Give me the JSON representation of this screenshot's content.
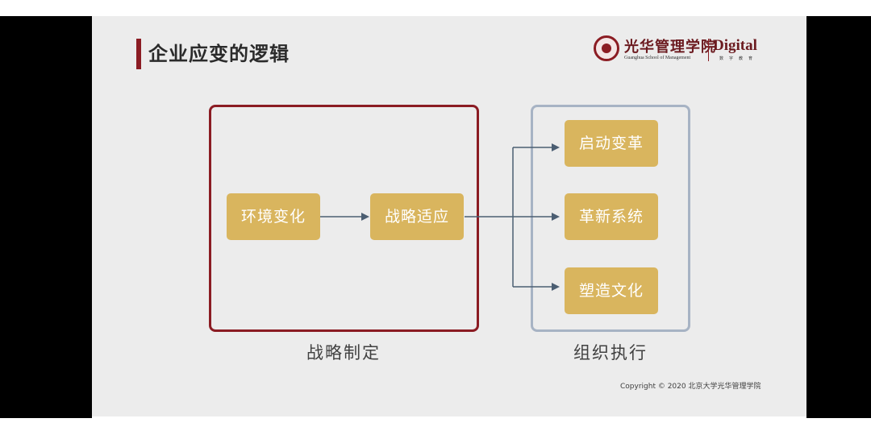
{
  "slide": {
    "title": "企业应变的逻辑",
    "logo": {
      "cn": "光华管理学院",
      "en": "Guanghua School of Management",
      "digital": "Digital",
      "digital_sub": "数字教育"
    },
    "copyright": "Copyright © 2020 北京大学光华管理学院"
  },
  "diagram": {
    "strategy_label": "战略制定",
    "execution_label": "组织执行",
    "nodes": {
      "env": "环境变化",
      "adapt": "战略适应",
      "start": "启动变革",
      "system": "革新系统",
      "culture": "塑造文化"
    },
    "colors": {
      "node": "#d9b55e",
      "strategy_frame": "#8b1c23",
      "execution_frame": "#a7b3c4",
      "arrow": "#4b5e72",
      "title_accent": "#8b1c23"
    }
  }
}
